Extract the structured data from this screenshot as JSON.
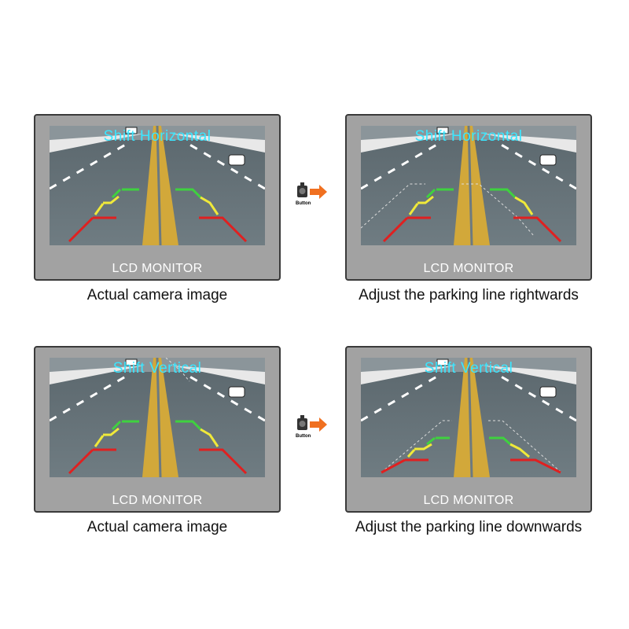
{
  "panels": [
    {
      "overlay": "Shift Horizontal",
      "monitor_label": "LCD MONITOR",
      "caption": "Actual camera image"
    },
    {
      "overlay": "Shift Horizontal",
      "monitor_label": "LCD MONITOR",
      "caption": "Adjust the parking line rightwards"
    },
    {
      "overlay": "Shift Vertical",
      "monitor_label": "LCD MONITOR",
      "caption": "Actual camera image"
    },
    {
      "overlay": "Shift Vertical",
      "monitor_label": "LCD MONITOR",
      "caption": "Adjust the parking line downwards"
    }
  ],
  "buttons": [
    {
      "label": "Button",
      "icon": "camera-button-icon"
    },
    {
      "label": "Button",
      "icon": "camera-button-icon"
    }
  ],
  "colors": {
    "monitor_frame": "#a2a2a2",
    "road": "#6d7a80",
    "center_line": "#d2a83a",
    "overlay_text": "#39e6ff",
    "guide_green": "#3fd13f",
    "guide_yellow": "#f0e93a",
    "guide_red": "#e02020",
    "arrow": "#f07020"
  }
}
